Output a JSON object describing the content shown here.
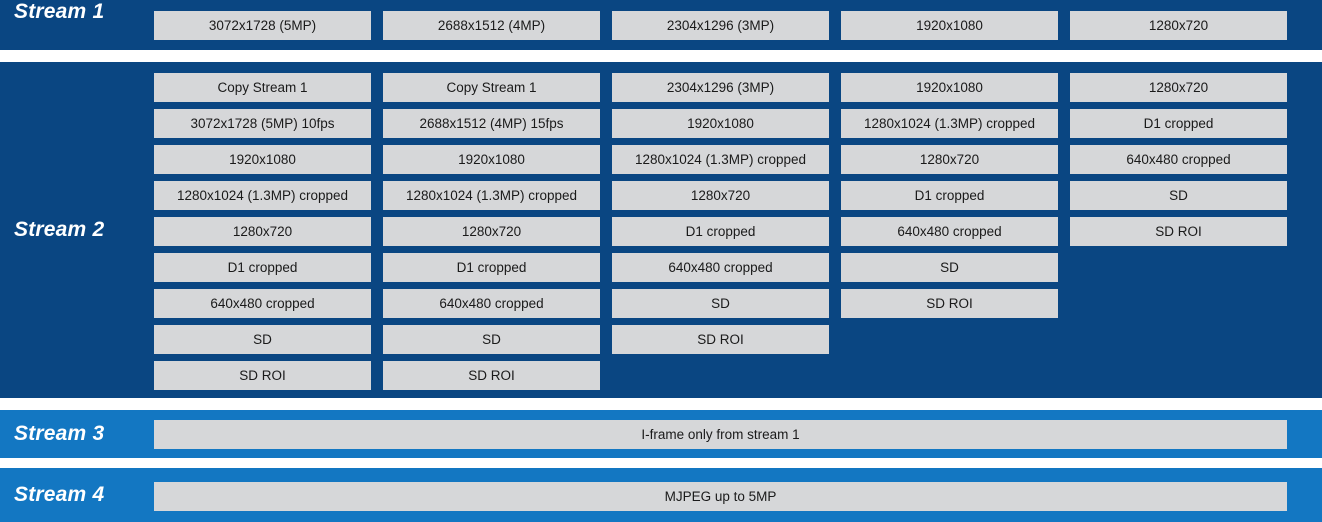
{
  "colors": {
    "dark_blue": "#0a4682",
    "light_blue": "#1377c2",
    "cell_gray": "#d6d7d9",
    "label_text": "#ffffff",
    "cell_text": "#1a1a1a",
    "page_background": "#ffffff"
  },
  "streams": [
    {
      "label": "Stream 1",
      "band_style": "dark",
      "layout": "single-row",
      "cells": [
        "3072x1728 (5MP)",
        "2688x1512 (4MP)",
        "2304x1296 (3MP)",
        "1920x1080",
        "1280x720"
      ]
    },
    {
      "label": "Stream 2",
      "band_style": "dark",
      "layout": "columns",
      "columns": [
        [
          "Copy Stream 1",
          "3072x1728 (5MP) 10fps",
          "1920x1080",
          "1280x1024 (1.3MP) cropped",
          "1280x720",
          "D1 cropped",
          "640x480 cropped",
          "SD",
          "SD ROI"
        ],
        [
          "Copy Stream 1",
          "2688x1512 (4MP) 15fps",
          "1920x1080",
          "1280x1024 (1.3MP) cropped",
          "1280x720",
          "D1 cropped",
          "640x480 cropped",
          "SD",
          "SD ROI"
        ],
        [
          "2304x1296 (3MP)",
          "1920x1080",
          "1280x1024 (1.3MP) cropped",
          "1280x720",
          "D1 cropped",
          "640x480 cropped",
          "SD",
          "SD ROI"
        ],
        [
          "1920x1080",
          "1280x1024 (1.3MP) cropped",
          "1280x720",
          "D1 cropped",
          "640x480 cropped",
          "SD",
          "SD ROI"
        ],
        [
          "1280x720",
          "D1 cropped",
          "640x480 cropped",
          "SD",
          "SD ROI"
        ]
      ]
    },
    {
      "label": "Stream 3",
      "band_style": "light",
      "layout": "wide-row",
      "cells": [
        "I-frame only from stream 1"
      ]
    },
    {
      "label": "Stream 4",
      "band_style": "light",
      "layout": "wide-row",
      "cells": [
        "MJPEG up to 5MP"
      ]
    }
  ]
}
